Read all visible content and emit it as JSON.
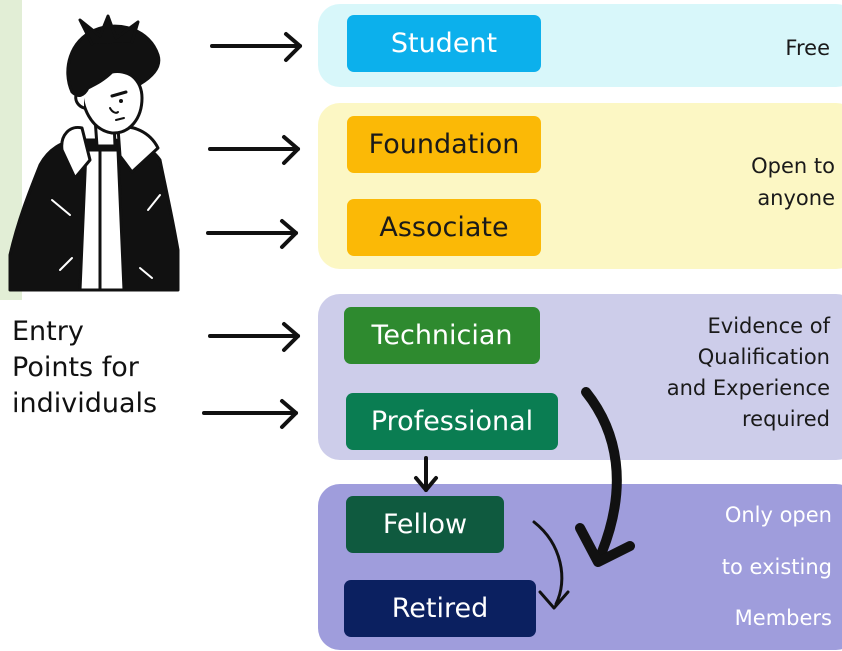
{
  "tiers": {
    "student": {
      "label": "Student",
      "note": "Free"
    },
    "open": {
      "foundation": "Foundation",
      "associate": "Associate",
      "note": "Open to\nanyone"
    },
    "qualified": {
      "technician": "Technician",
      "professional": "Professional",
      "note": "Evidence of\nQualification\nand Experience\nrequired"
    },
    "members": {
      "fellow": "Fellow",
      "retired": "Retired",
      "note_line1": "Only open",
      "note_line2": "to existing",
      "note_line3": "Members"
    }
  },
  "entry_label": "Entry\nPoints for\nindividuals",
  "colors": {
    "band_student": "#d8f7fa",
    "band_open": "#fcf7c4",
    "band_qualified": "#cdcdea",
    "band_members": "#9f9ddc",
    "pill_student": "#0cb0ec",
    "pill_open": "#fbb906",
    "pill_technician": "#2e8a2f",
    "pill_professional": "#0a7d52",
    "pill_fellow": "#0f5a3f",
    "pill_retired": "#0b2060",
    "stripe": "#e2eed6"
  },
  "icons": [
    "person-illustration-icon",
    "arrow-right-icon",
    "arrow-down-icon",
    "curved-arrow-icon"
  ]
}
